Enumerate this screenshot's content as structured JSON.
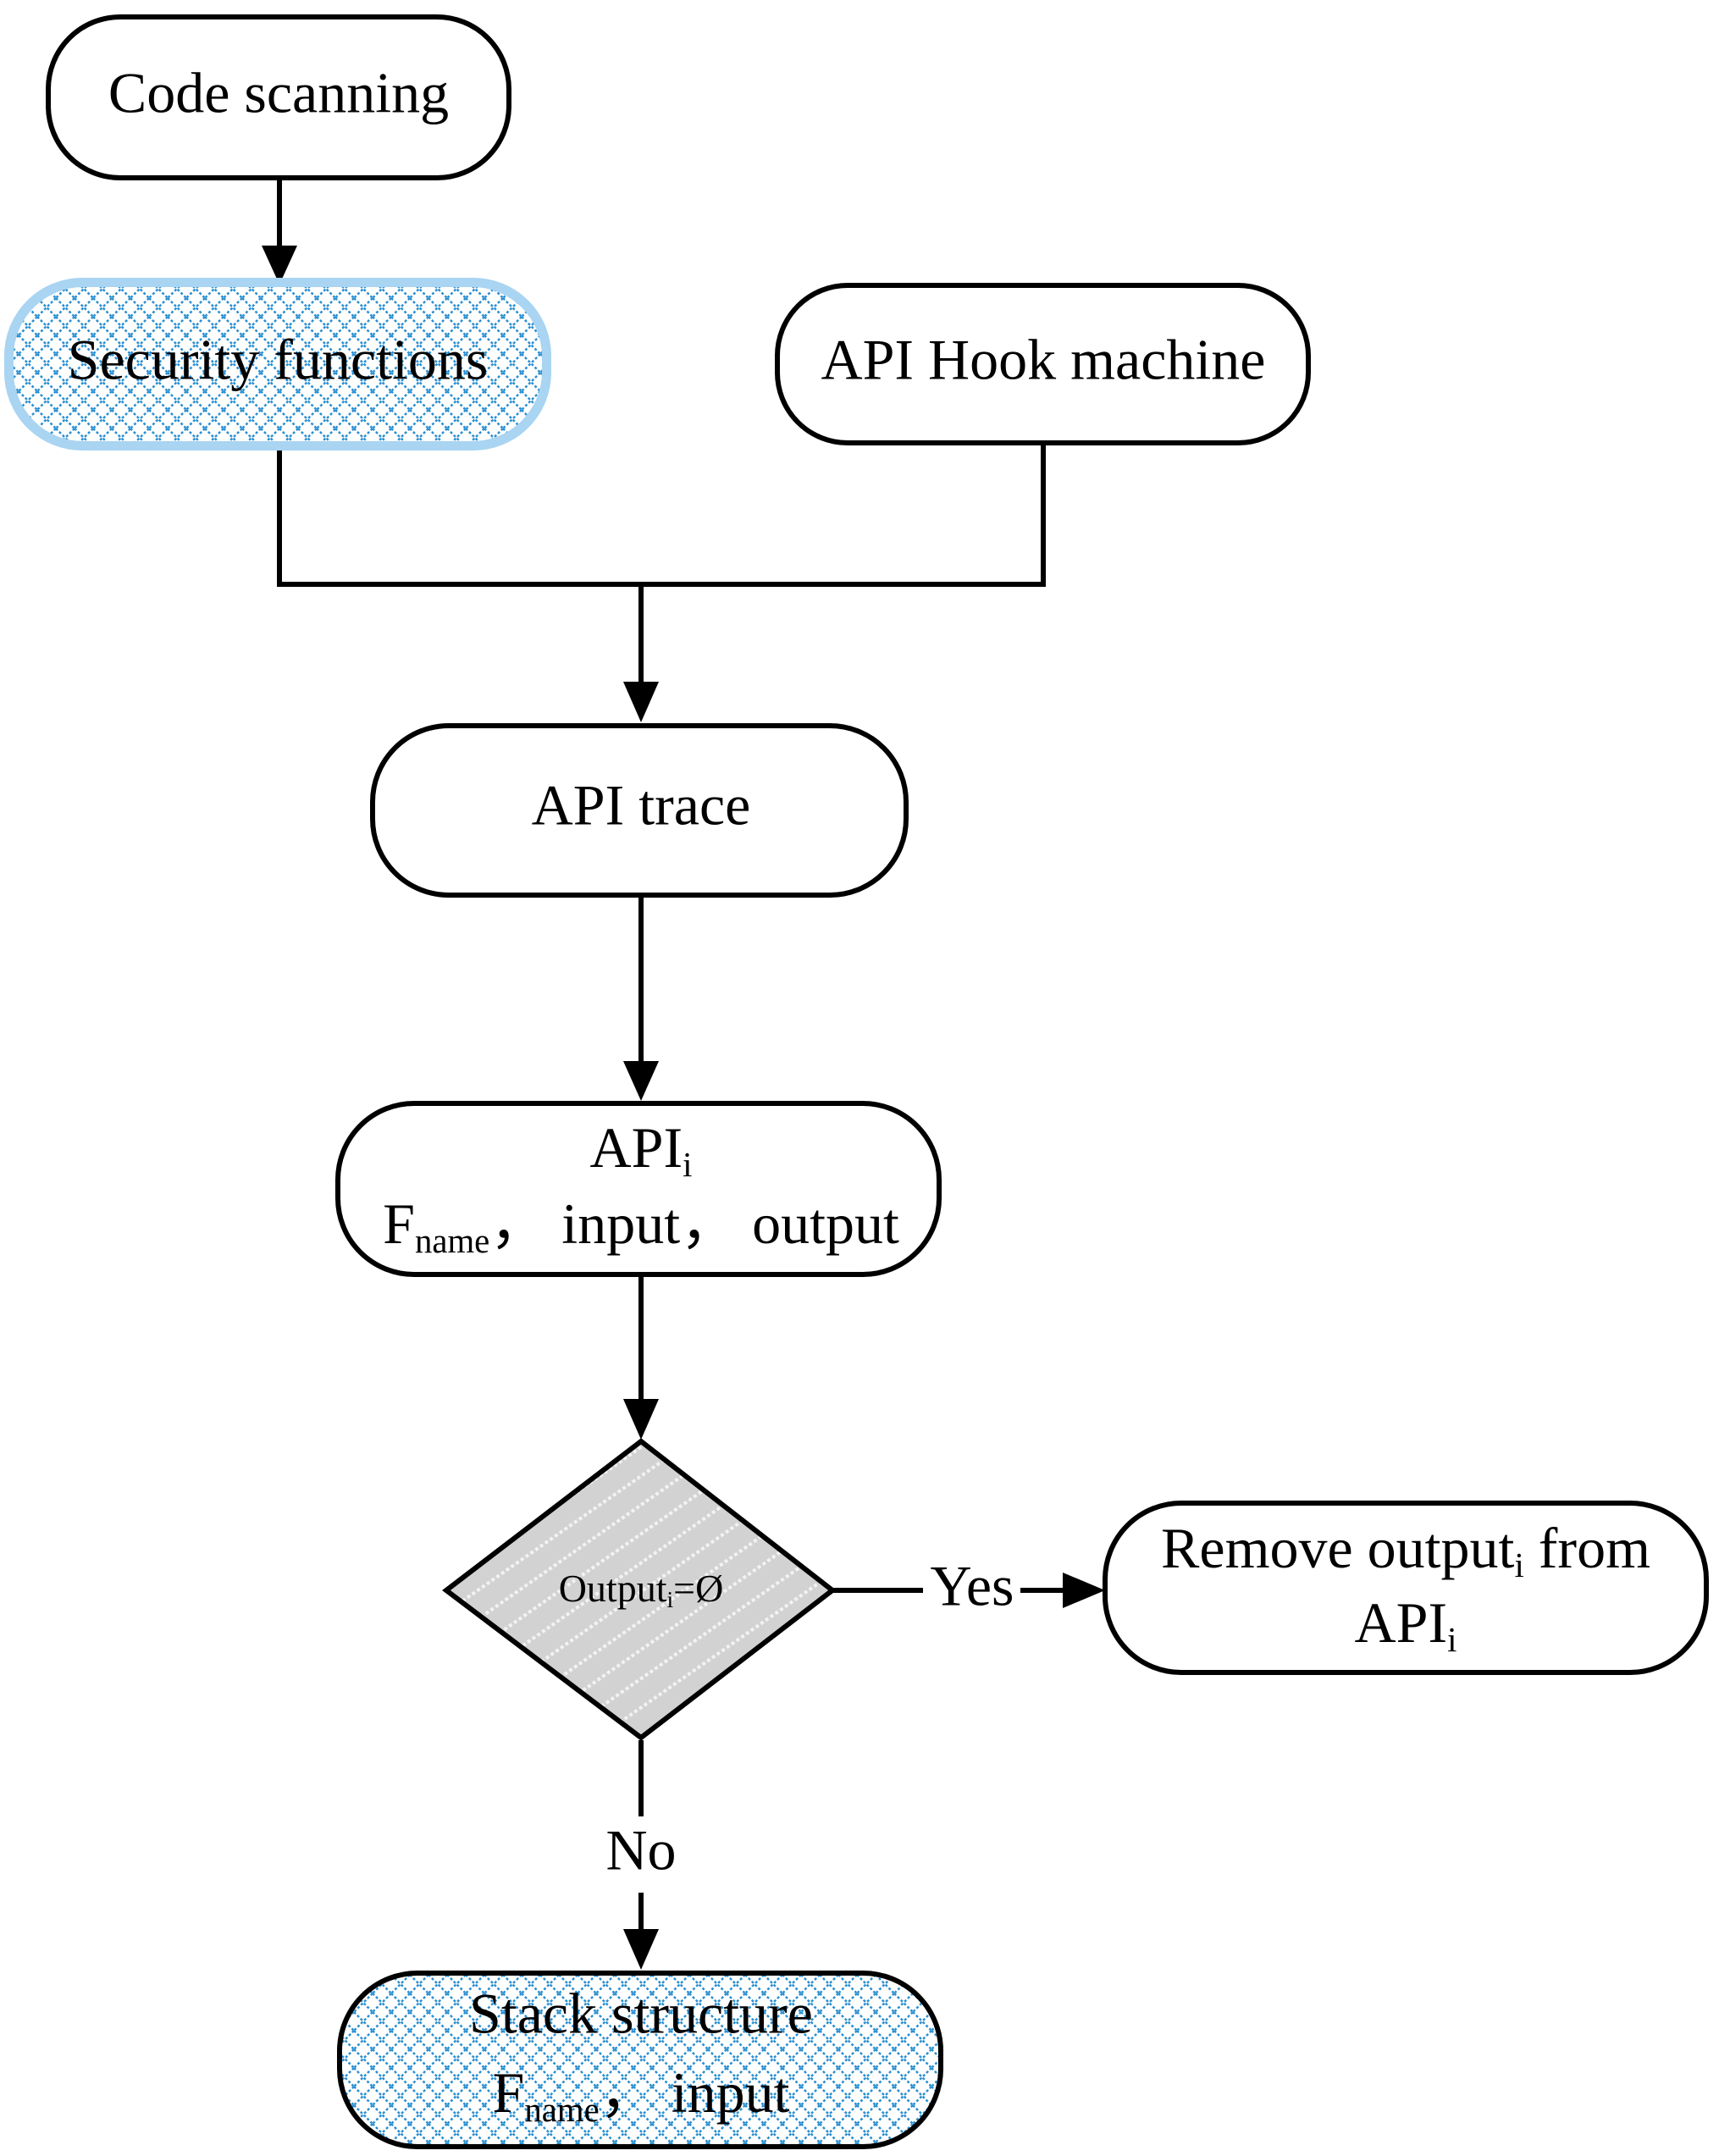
{
  "nodes": {
    "code_scanning": {
      "label": "Code scanning"
    },
    "security_functions": {
      "label": "Security functions"
    },
    "api_hook_machine": {
      "label": "API Hook machine"
    },
    "api_trace": {
      "label": "API trace"
    },
    "api_i": {
      "line1": {
        "main": "API",
        "sub": "i"
      },
      "line2": {
        "f": "F",
        "f_sub": "name",
        "rest": "， input， output"
      }
    },
    "decision": {
      "main": "Output",
      "sub": "i",
      "rest": "=Ø"
    },
    "remove_output": {
      "line1": {
        "main": "Remove output",
        "sub": "i",
        "rest": " from"
      },
      "line2": {
        "main": "API",
        "sub": "i"
      }
    },
    "stack_structure": {
      "line1": "Stack structure",
      "line2": {
        "f": "F",
        "f_sub": "name",
        "rest": "， input"
      }
    }
  },
  "edges": {
    "yes_label": "Yes",
    "no_label": "No"
  },
  "colors": {
    "stroke": "#000000",
    "hatch_blue": "#2a8fd0",
    "glow_blue": "#a9d4f2",
    "decision_fill": "#d2d2d2",
    "decision_stripe": "#f2f2f2"
  }
}
